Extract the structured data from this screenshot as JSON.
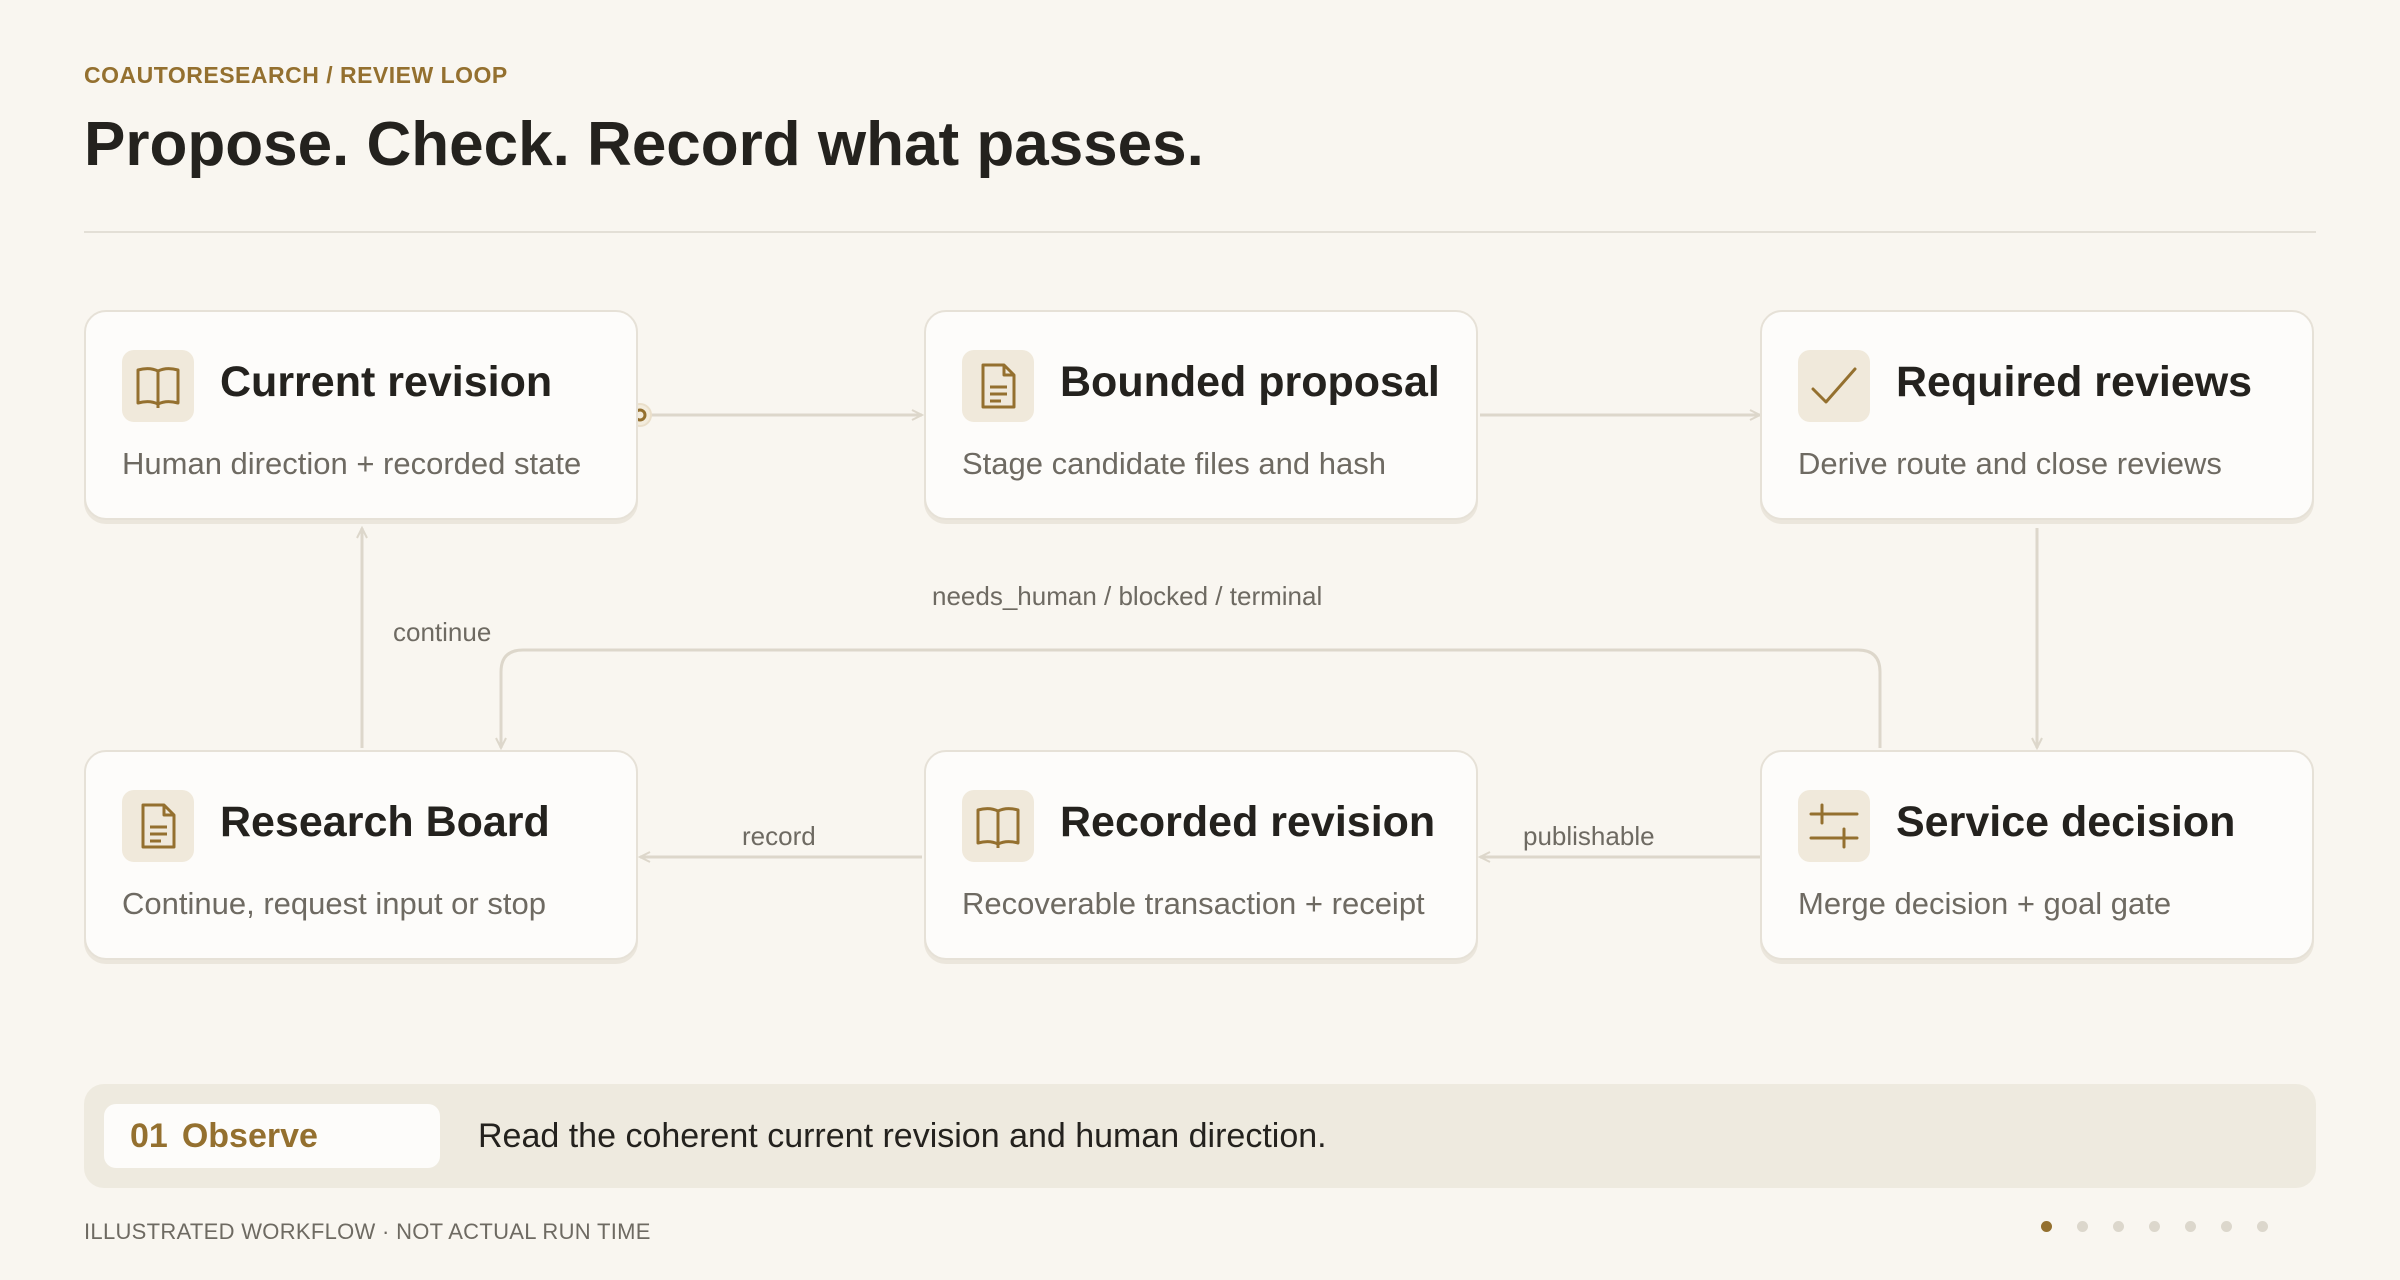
{
  "header": {
    "eyebrow": "COAUTORESEARCH / REVIEW LOOP",
    "title": "Propose. Check. Record what passes."
  },
  "nodes": {
    "current_revision": {
      "title": "Current revision",
      "subtitle": "Human direction + recorded state",
      "icon": "book-icon"
    },
    "bounded_proposal": {
      "title": "Bounded proposal",
      "subtitle": "Stage candidate files and hash",
      "icon": "document-icon"
    },
    "required_reviews": {
      "title": "Required reviews",
      "subtitle": "Derive route and close reviews",
      "icon": "checkmark-icon"
    },
    "research_board": {
      "title": "Research Board",
      "subtitle": "Continue, request input or stop",
      "icon": "document-icon"
    },
    "recorded_revision": {
      "title": "Recorded revision",
      "subtitle": "Recoverable transaction + receipt",
      "icon": "book-icon"
    },
    "service_decision": {
      "title": "Service decision",
      "subtitle": "Merge decision + goal gate",
      "icon": "sliders-icon"
    }
  },
  "edges": {
    "continue": "continue",
    "needs_human": "needs_human / blocked / terminal",
    "record": "record",
    "publishable": "publishable"
  },
  "status": {
    "step_number": "01",
    "step_name": "Observe",
    "description": "Read the coherent current revision and human direction."
  },
  "footer": {
    "note": "ILLUSTRATED WORKFLOW · NOT ACTUAL RUN TIME",
    "total_steps": 7,
    "active_step": 1
  },
  "colors": {
    "background": "#f9f6f0",
    "accent": "#94702f",
    "connector": "#ddd7cb",
    "card": "#fdfcfa",
    "status_bar": "#eeeadf"
  }
}
